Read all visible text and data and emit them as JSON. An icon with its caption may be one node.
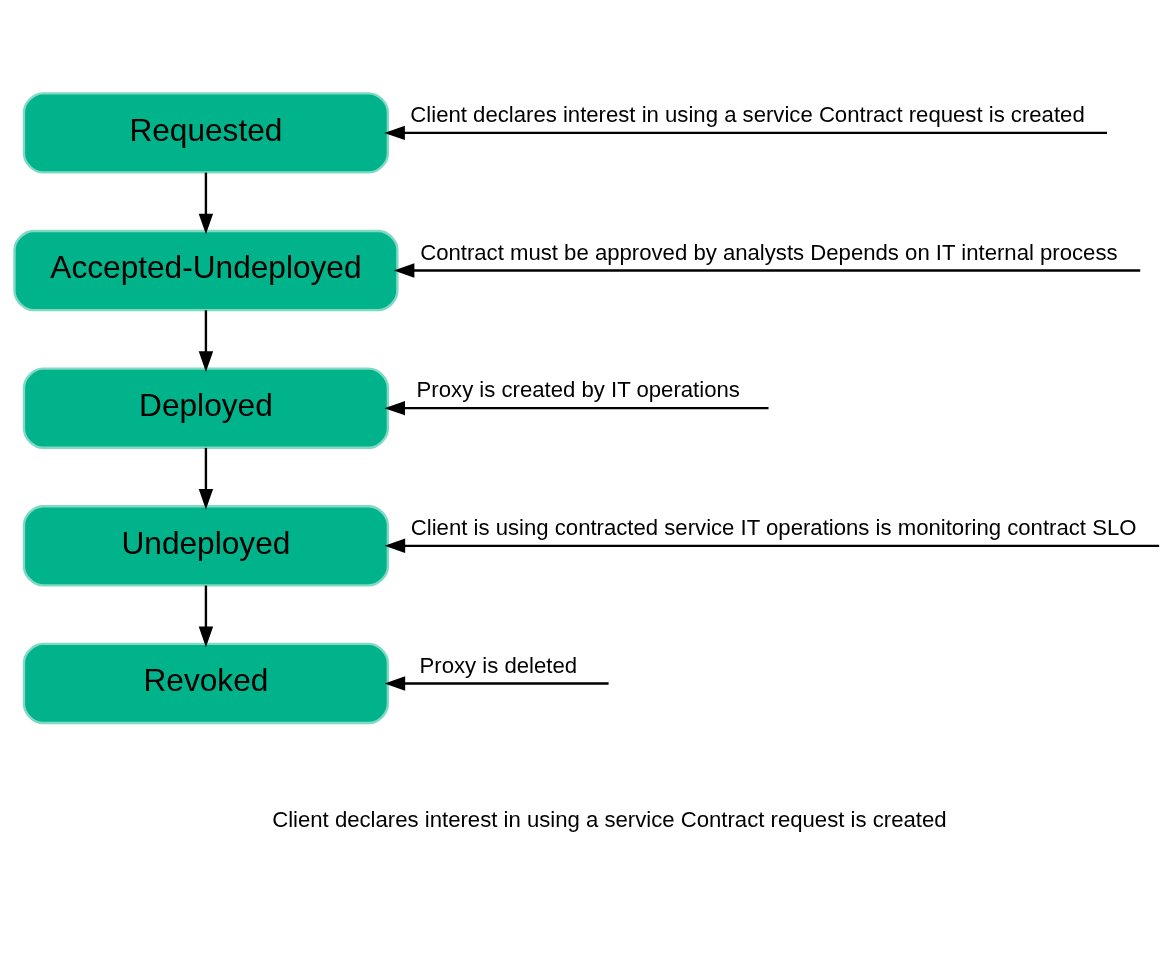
{
  "diagram": {
    "nodes": [
      {
        "text": [
          "Requested"
        ]
      },
      {
        "text": [
          "Accepted-Undeployed"
        ]
      },
      {
        "text": [
          "Deployed"
        ]
      },
      {
        "text": [
          "Undeployed"
        ]
      },
      {
        "text": [
          "Revoked"
        ]
      }
    ],
    "edges": [
      {
        "from": 0,
        "to": 1,
        "arrow": "to"
      },
      {
        "from": 1,
        "to": 2,
        "arrow": "to"
      },
      {
        "from": 2,
        "to": 3,
        "arrow": "to"
      },
      {
        "from": 3,
        "to": 4,
        "arrow": "to"
      },
      {
        "from": null,
        "to": 0,
        "arrow": "to",
        "label": "Client declares interest in using a service Contract request is created"
      },
      {
        "from": null,
        "to": 1,
        "arrow": "to",
        "label": "Contract must be approved by analysts Depends on IT internal process"
      },
      {
        "from": null,
        "to": 2,
        "arrow": "to",
        "label": "Proxy is created by IT operations"
      },
      {
        "from": null,
        "to": 3,
        "arrow": "to",
        "label": "Client is using contracted service IT operations is monitoring contract SLO"
      },
      {
        "from": null,
        "to": 4,
        "arrow": "to",
        "label": "Proxy is deleted"
      }
    ],
    "labels": [
      "Client declares interest in using a service Contract request is created"
    ]
  }
}
